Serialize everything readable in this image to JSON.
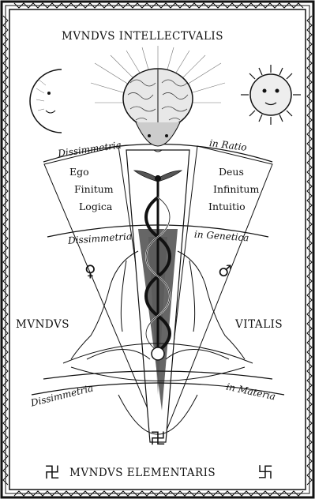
{
  "header": {
    "top_title": "MVNDVS INTELLECTVALIS",
    "bottom_title": "MVNDVS ELEMENTARIS",
    "left_side": "MVNDVS",
    "right_side": "VITALIS"
  },
  "upper_arc": {
    "left": "Dissimmetria",
    "right": "in Ratio"
  },
  "middle_arc": {
    "left": "Dissimmetria",
    "right": "in Genetica"
  },
  "lower_arc": {
    "left": "Dissimmetria",
    "right": "in Materia"
  },
  "left_panel": {
    "lines": [
      "Ego",
      "Finitum",
      "Logica"
    ]
  },
  "right_panel": {
    "lines": [
      "Deus",
      "Infinitum",
      "Intuitio"
    ]
  },
  "symbols": {
    "venus": "♀",
    "mars": "♂",
    "swastika_left": "卍",
    "swastika_right": "卐",
    "swastika_cone": "卍"
  },
  "colors": {
    "ink": "#111111",
    "paper": "#ffffff"
  },
  "icons": [
    "moon-face-icon",
    "sun-face-icon",
    "brain-icon",
    "caduceus-icon",
    "meditating-figure-icon"
  ]
}
